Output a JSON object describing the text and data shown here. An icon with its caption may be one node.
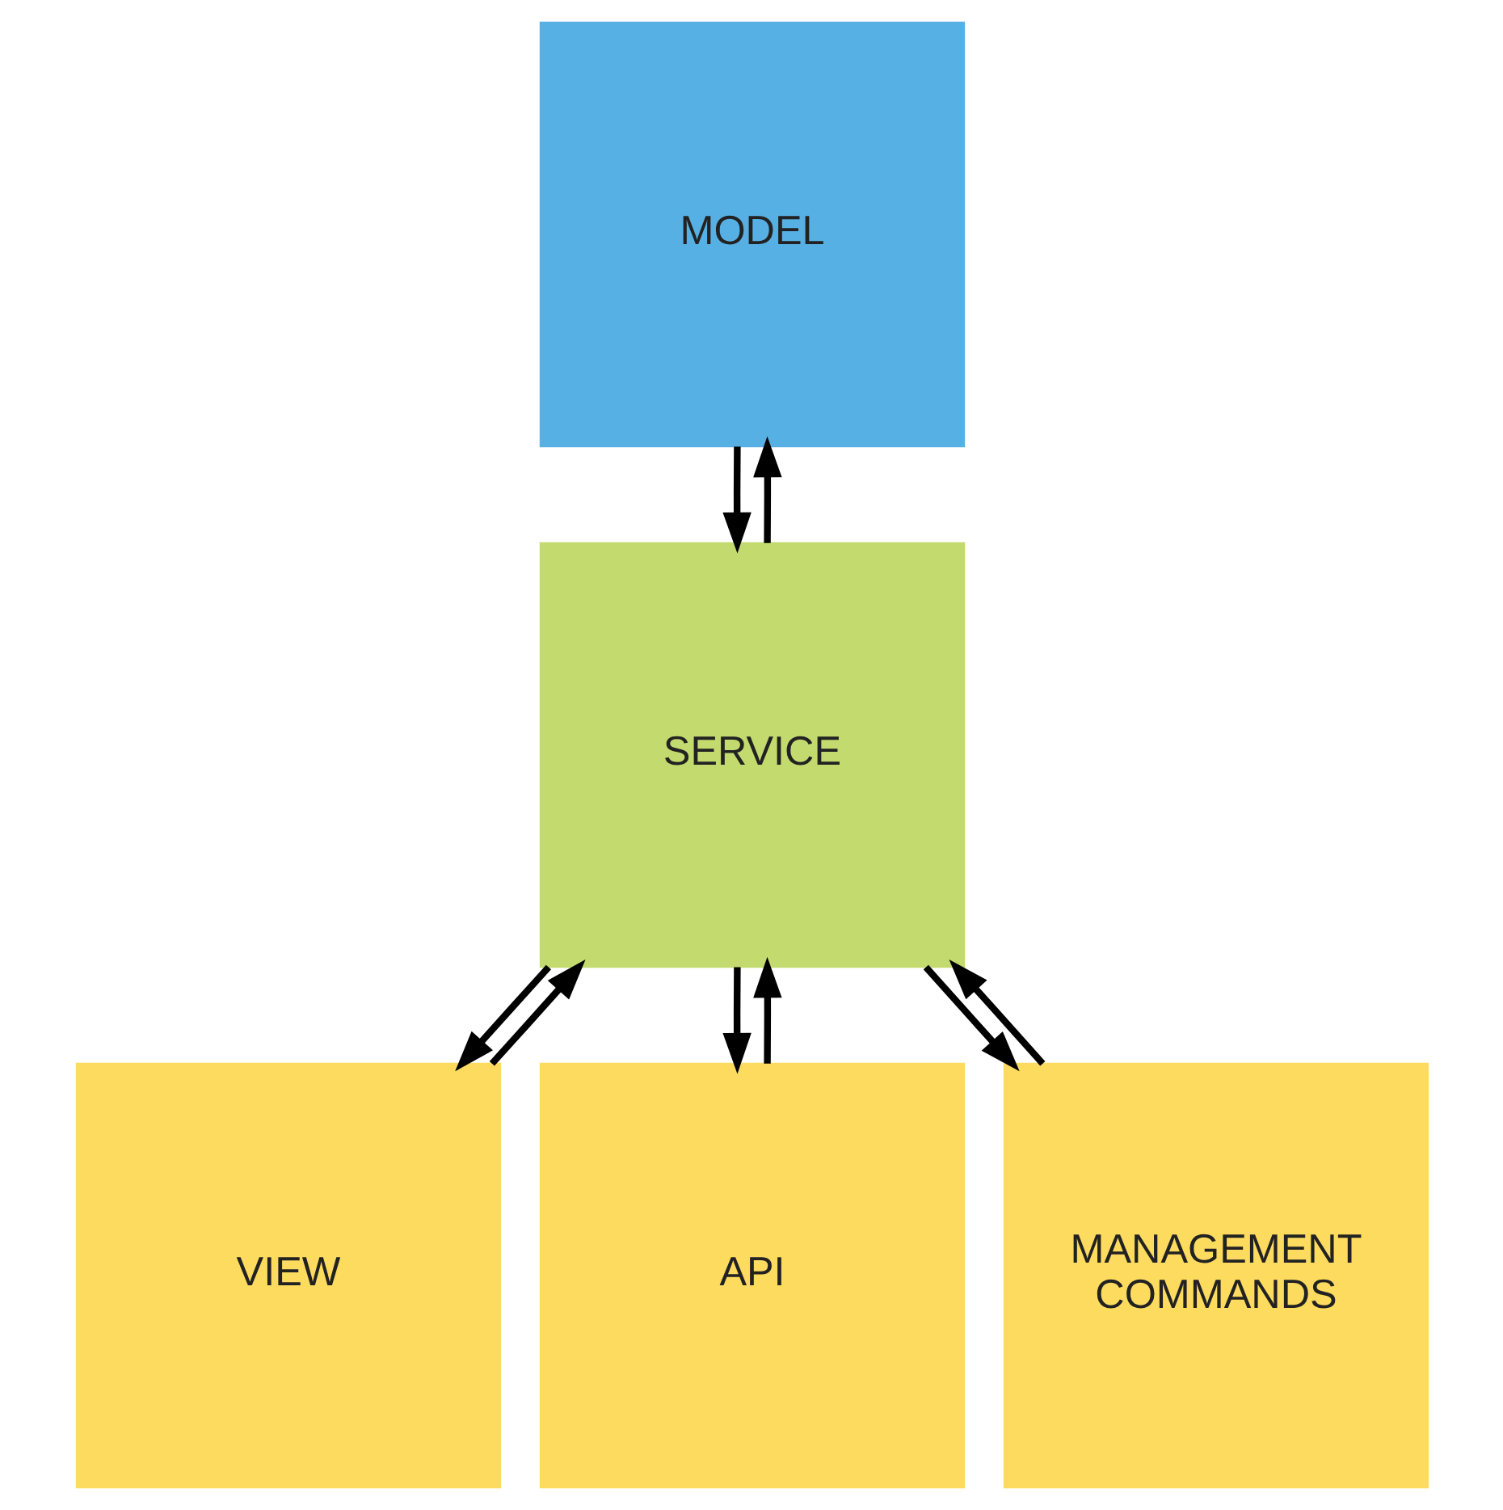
{
  "diagram": {
    "nodes": [
      {
        "text": [
          "MODEL"
        ]
      },
      {
        "text": [
          "SERVICE"
        ]
      },
      {
        "text": [
          "VIEW"
        ]
      },
      {
        "text": [
          "API"
        ]
      },
      {
        "text": [
          "MANAGEMENT COMMANDS"
        ]
      }
    ],
    "edges": [
      {
        "from": 1,
        "to": 0,
        "arrow": "to"
      },
      {
        "from": 0,
        "to": 1,
        "arrow": "to"
      },
      {
        "from": 2,
        "to": 1,
        "arrow": "to"
      },
      {
        "from": 1,
        "to": 2,
        "arrow": "to"
      },
      {
        "from": 3,
        "to": 1,
        "arrow": "to"
      },
      {
        "from": 1,
        "to": 3,
        "arrow": "to"
      },
      {
        "from": 1,
        "to": 4,
        "arrow": "to"
      },
      {
        "from": 4,
        "to": 1,
        "arrow": "to"
      }
    ]
  }
}
